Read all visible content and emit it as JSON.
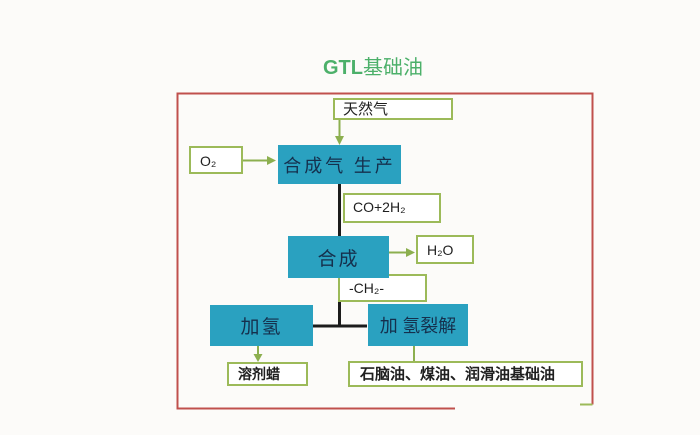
{
  "title": {
    "latin": "GTL",
    "cjk": "基础油"
  },
  "colors": {
    "accent_teal": "#2aa1c0",
    "teal_text": "#15304d",
    "box_border_green": "#9cba59",
    "arrow_green": "#8caf4f",
    "frame_red": "#c0504d",
    "title_green": "#4cb06a",
    "connector_black": "#1c1c1c"
  },
  "nodes": {
    "natural_gas": {
      "label": "天然气"
    },
    "o2": {
      "label": "O₂"
    },
    "syngas_production": {
      "label": "合成气 生产"
    },
    "co_2h2": {
      "label": "CO+2H₂"
    },
    "synthesis": {
      "label": "合成"
    },
    "h2o": {
      "label": "H₂O"
    },
    "ch2": {
      "label": "-CH₂-"
    },
    "hydrogenation": {
      "label": "加氢"
    },
    "hydrocracking": {
      "label": "加 氢裂解"
    },
    "solvent_wax": {
      "label": "溶剂蜡"
    },
    "products": {
      "label": "石脑油、煤油、润滑油基础油"
    }
  }
}
